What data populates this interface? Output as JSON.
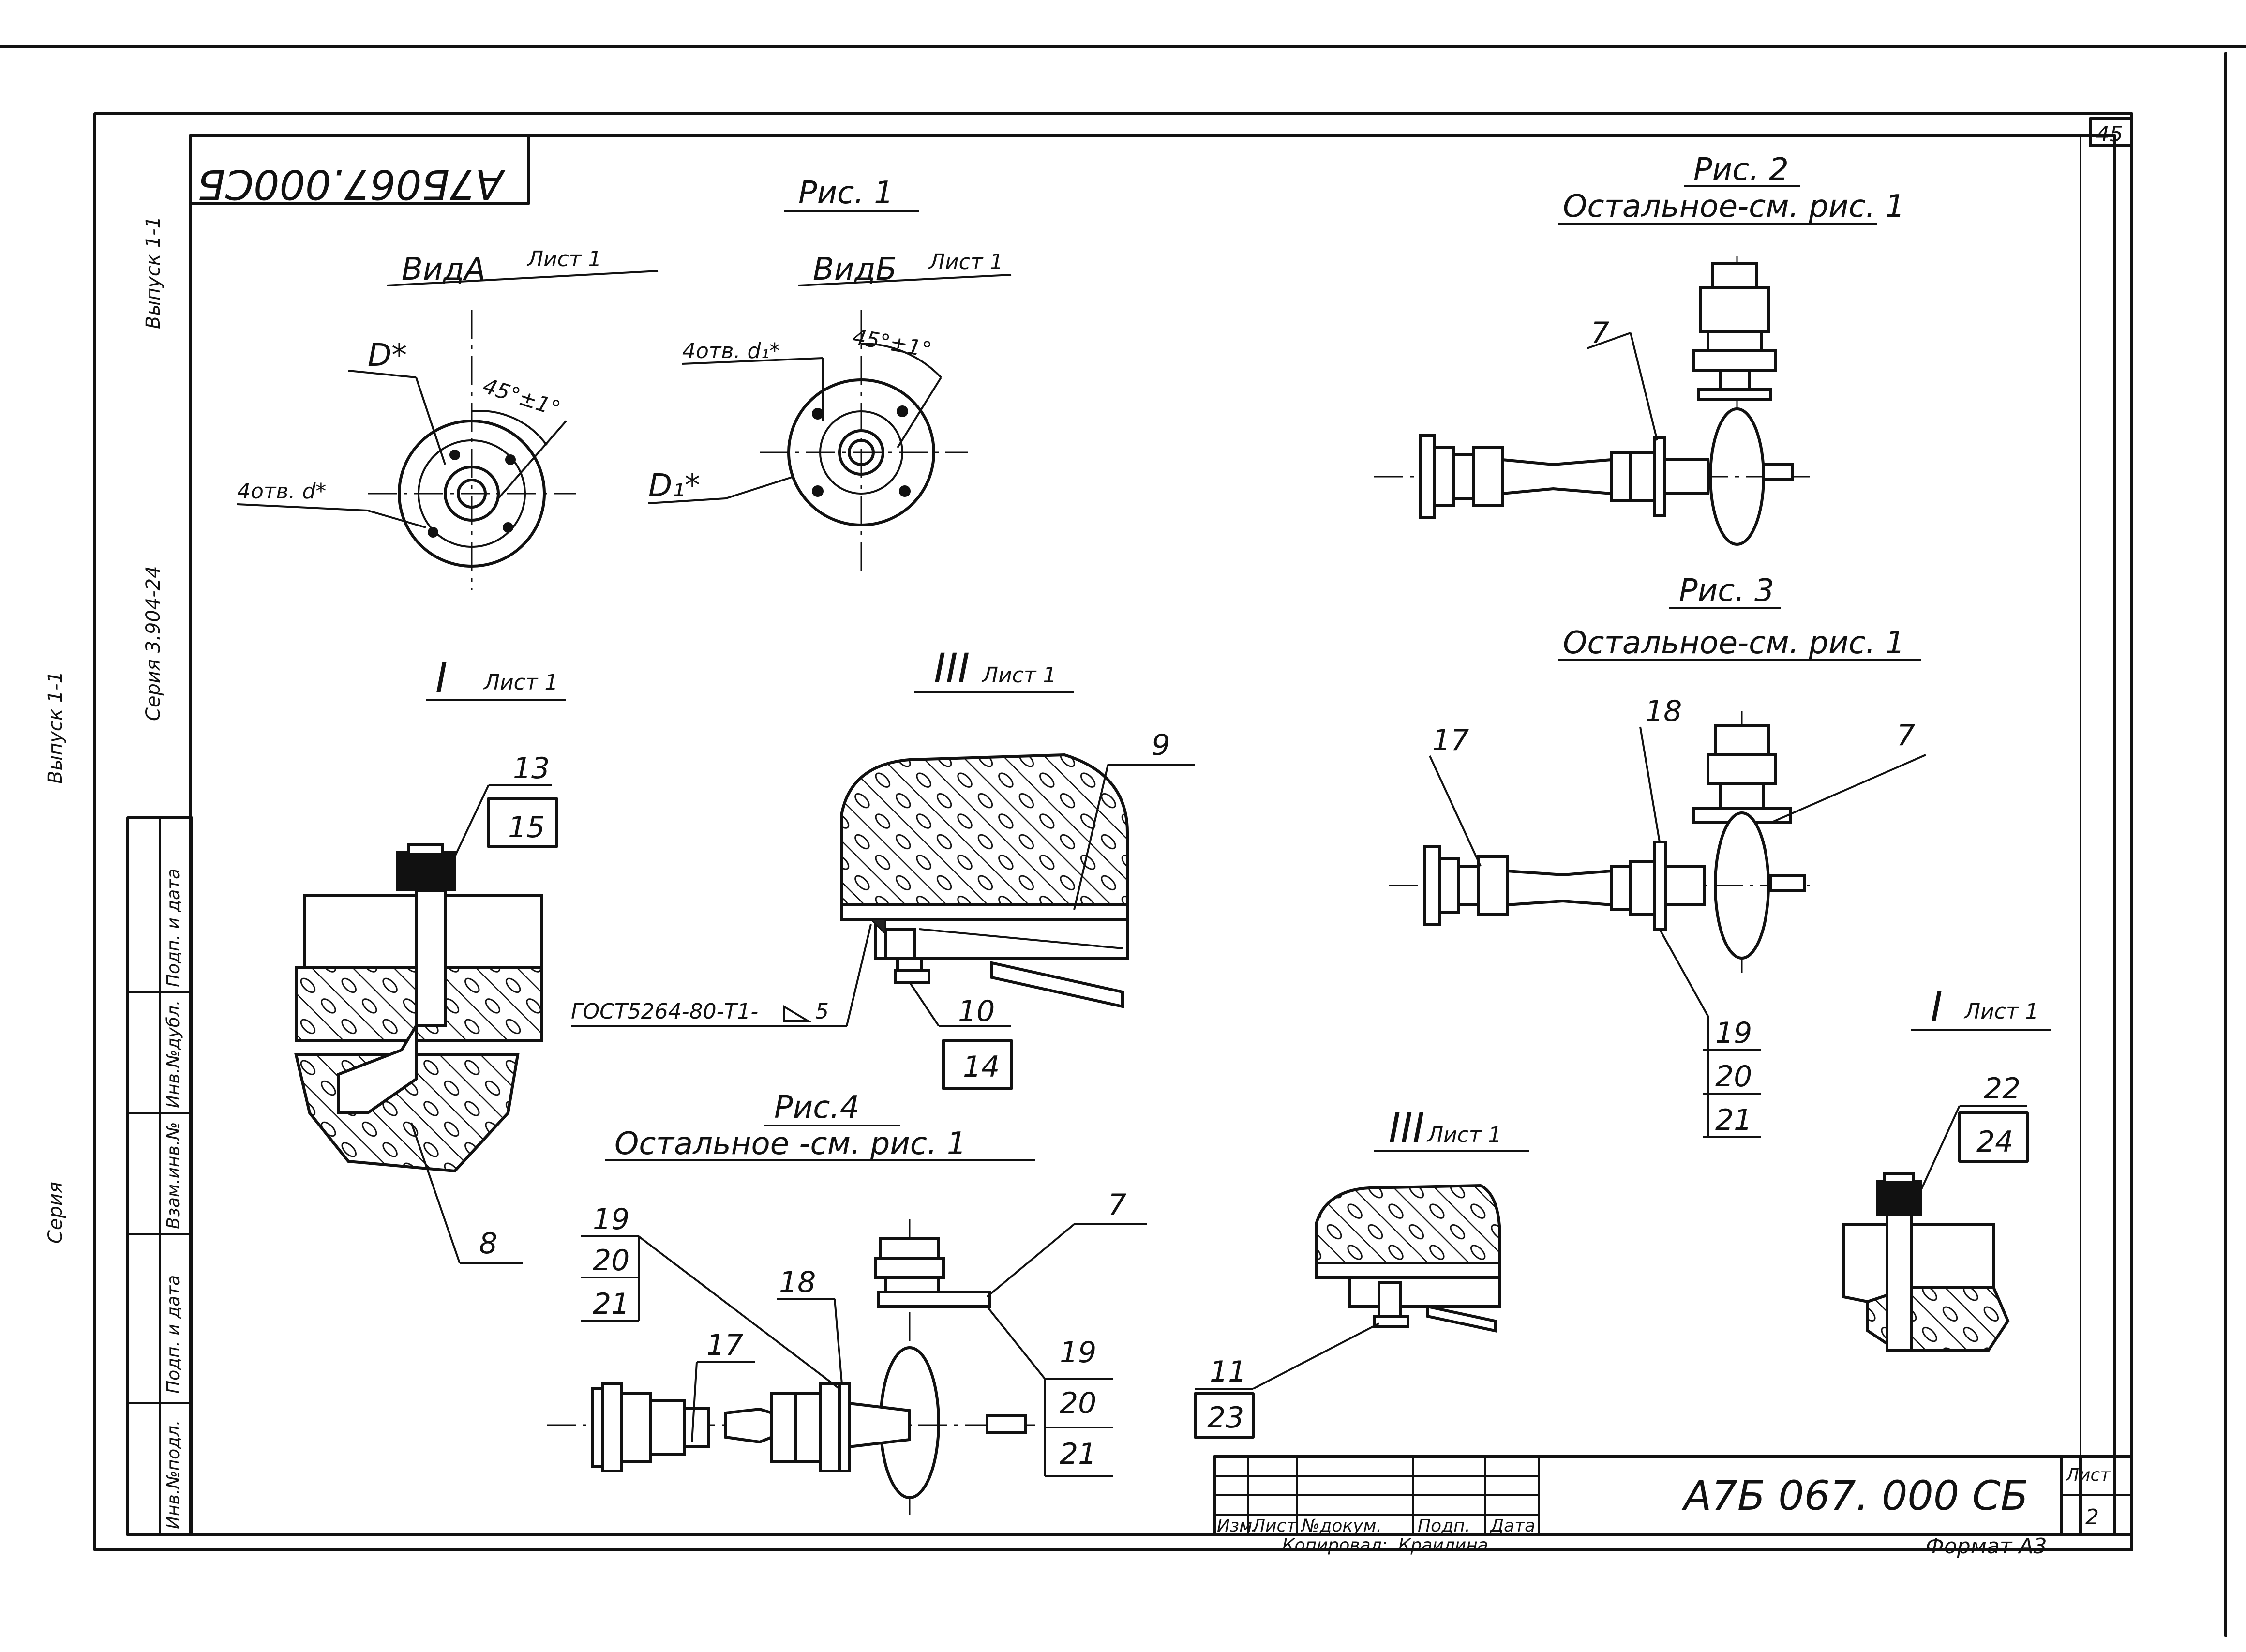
{
  "sheet_number": "45",
  "doc_code": "А7Б067.000СБ",
  "doc_code_mirrored": "A7Б067.000СБ",
  "left_margin": {
    "series_label": "Серия",
    "issue_label": "Выпуск 1-1",
    "series_number": "Серия 3.904-24",
    "issue_number": "Выпуск 1-1",
    "outer_series": "Серия",
    "outer_issue": "Выпуск 1-1",
    "stamp_cols": [
      "Инв.№подл.",
      "Подп. и дата",
      "Взам.инв.№",
      "Инв.№дубл.",
      "Подп. и дата"
    ]
  },
  "views": {
    "fig1_title": "Рис. 1",
    "view_a": "ВидА",
    "view_a_sheet": "Лист 1",
    "view_b": "ВидБ",
    "view_b_sheet": "Лист 1",
    "angle_a": "45°±1°",
    "angle_b": "45°±1°",
    "D": "D*",
    "D1": "D₁*",
    "holes_a": "4отв. d*",
    "holes_b": "4отв. d₁*"
  },
  "fig2": {
    "title": "Рис. 2",
    "subtitle": "Остальное-см. рис. 1",
    "callout": "7"
  },
  "fig3": {
    "title": "Рис. 3",
    "subtitle": "Остальное-см. рис. 1",
    "callouts": [
      "17",
      "18",
      "7",
      "19",
      "20",
      "21"
    ]
  },
  "fig4": {
    "title": "Рис.4",
    "subtitle": "Остальное -см. рис. 1",
    "callouts_left": [
      "19",
      "20",
      "21"
    ],
    "callouts": [
      "18",
      "17",
      "7",
      "19",
      "20",
      "21"
    ]
  },
  "detail_I_1": {
    "title": "I",
    "sheet": "Лист 1",
    "callouts": [
      "13",
      "15",
      "8"
    ]
  },
  "detail_III_1": {
    "title": "III",
    "sheet": "Лист 1",
    "callouts": [
      "9",
      "10",
      "14"
    ],
    "weld_note": "ГОСТ5264-80-Т1-",
    "weld_size": "5"
  },
  "detail_III_2": {
    "title": "III",
    "sheet": "Лист 1",
    "callouts": [
      "11",
      "23"
    ]
  },
  "detail_I_2": {
    "title": "I",
    "sheet": "Лист 1",
    "callouts": [
      "22",
      "24"
    ]
  },
  "title_block": {
    "headers": [
      "Изм.",
      "Лист",
      "№докум.",
      "Подп.",
      "Дата"
    ],
    "code": "А7Б 067. 000 СБ",
    "sheet_label": "Лист",
    "sheet_value": "2",
    "copied": "Копировал:",
    "copier": "Краилина",
    "format": "Формат А3"
  }
}
